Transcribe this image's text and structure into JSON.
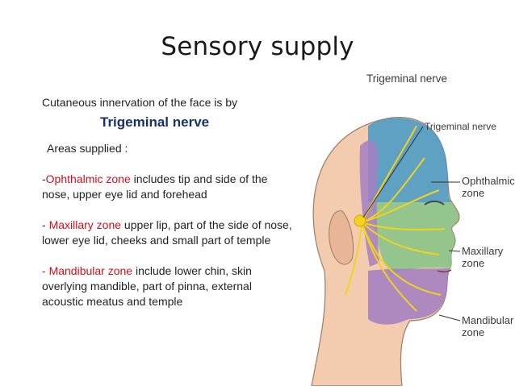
{
  "title": "Sensory supply",
  "intro": "Cutaneous innervation of the face is by",
  "nerve": "Trigeminal nerve",
  "areas_label": "Areas supplied :",
  "zones": [
    {
      "prefix": "-",
      "name": "Ophthalmic zone",
      "text": " includes tip and side of the nose, upper eye lid and forehead"
    },
    {
      "prefix": "- ",
      "name": "Maxillary zone",
      "text": " upper lip, part of the side of nose, lower eye lid, cheeks and small part of temple"
    },
    {
      "prefix": "- ",
      "name": "Mandibular zone",
      "text": " include lower chin, skin overlying mandible, part of pinna, external acoustic meatus and temple"
    }
  ],
  "figure": {
    "title": "Trigeminal nerve",
    "nerve_label": "Trigeminal nerve",
    "ophthalmic_label": [
      "Ophthalmic",
      "zone"
    ],
    "maxillary_label": [
      "Maxillary",
      "zone"
    ],
    "mandibular_label": [
      "Mandibular",
      "zone"
    ],
    "colors": {
      "ophthalmic": "#4a9bc4",
      "maxillary": "#8bc48a",
      "mandibular": "#a37fc2",
      "nerve": "#f2d21c",
      "skin": "#f3ccb0"
    }
  }
}
